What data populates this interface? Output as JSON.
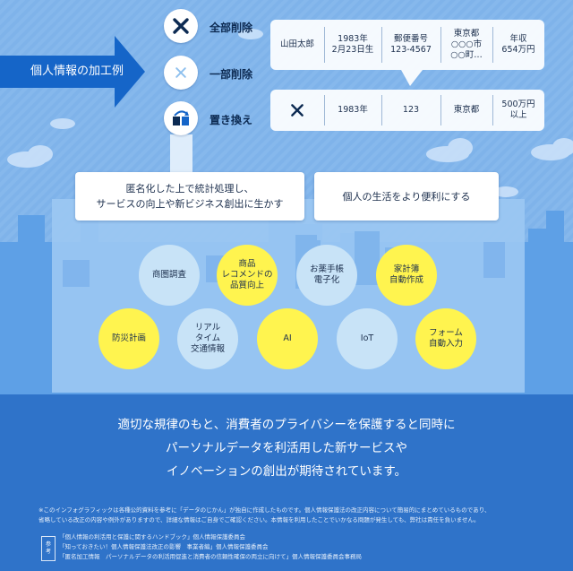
{
  "arrow_label": "個人情報の加工例",
  "operations": [
    {
      "label": "全部削除",
      "icon": "x-icon"
    },
    {
      "label": "一部削除",
      "icon": "x-icon"
    },
    {
      "label": "置き換え",
      "icon": "replace-icon"
    }
  ],
  "original_record": {
    "name": "山田太郎",
    "birth": [
      "1983年",
      "2月23日生"
    ],
    "postal": [
      "郵便番号",
      "123-4567"
    ],
    "address": [
      "東京都",
      "○○○市",
      "○○町…"
    ],
    "income": [
      "年収",
      "654万円"
    ]
  },
  "processed_record": {
    "name_mark": "×",
    "birth": "1983年",
    "postal": "123",
    "address": "東京都",
    "income": [
      "500万円",
      "以上"
    ]
  },
  "callouts": {
    "left": [
      "匿名化した上で統計処理し、",
      "サービスの向上や新ビジネス創出に生かす"
    ],
    "right": "個人の生活をより便利にする"
  },
  "use_cases": [
    {
      "lines": [
        "商圏調査"
      ],
      "color": "blue"
    },
    {
      "lines": [
        "商品",
        "レコメンドの",
        "品質向上"
      ],
      "color": "yellow"
    },
    {
      "lines": [
        "お薬手帳",
        "電子化"
      ],
      "color": "blue"
    },
    {
      "lines": [
        "家計簿",
        "自動作成"
      ],
      "color": "yellow"
    },
    {
      "lines": [
        "防災計画"
      ],
      "color": "yellow"
    },
    {
      "lines": [
        "リアル",
        "タイム",
        "交通情報"
      ],
      "color": "blue"
    },
    {
      "lines": [
        "AI"
      ],
      "color": "yellow"
    },
    {
      "lines": [
        "IoT"
      ],
      "color": "blue"
    },
    {
      "lines": [
        "フォーム",
        "自動入力"
      ],
      "color": "yellow"
    }
  ],
  "message": [
    "適切な規律のもと、消費者のプライバシーを保護すると同時に",
    "パーソナルデータを利活用した新サービスや",
    "イノベーションの創出が期待されています。"
  ],
  "notes": [
    "※このインフォグラフィックは各種公的資料を参考に「データのじかん」が独自に作成したものです。個人情報保護法の改正内容について簡易的にまとめているものであり、",
    "省略している改正の内容や例外がありますので、詳細な情報はご自身でご確認ください。本情報を利用したことでいかなる問題が発生しても、弊社は責任を負いません。"
  ],
  "reference_tag": [
    "参",
    "考"
  ],
  "references": [
    "「個人情報の利活用と保護に関するハンドブック」個人情報保護委員会",
    "「知っておきたい！個人情報保護法改正の影響　事業者編」個人情報保護委員会",
    "「匿名加工情報　パーソナルデータの利活用促進と消費者の信頼性確保の両立に向けて」個人情報保護委員会事務局"
  ],
  "colors": {
    "sky": "#7fb3ea",
    "deep_blue": "#3a7fd4",
    "arrow": "#1565c8",
    "yellow": "#fff44f",
    "light_circle": "#c8e3f7"
  }
}
